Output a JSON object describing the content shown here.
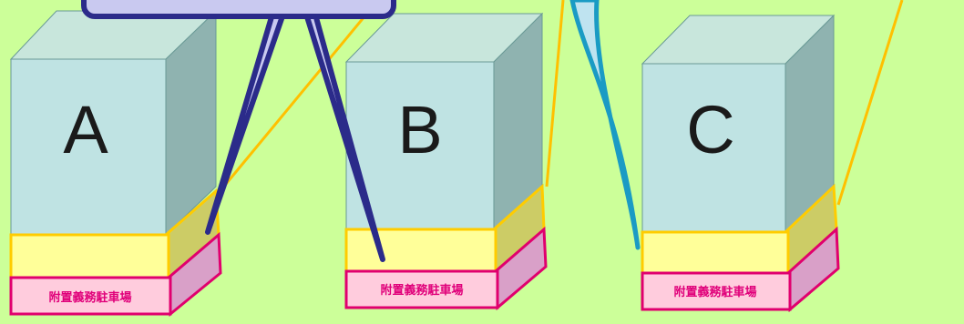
{
  "blocks": [
    {
      "label": "A",
      "parking_label": "附置義務駐車場"
    },
    {
      "label": "B",
      "parking_label": "附置義務駐車場"
    },
    {
      "label": "C",
      "parking_label": "附置義務駐車場"
    }
  ],
  "colors": {
    "background": "#ccff99",
    "box_front": "#bfe3e3",
    "box_side": "#8fb3b0",
    "box_top": "#c8e6dc",
    "yellow_band": "#ffff99",
    "yellow_border": "#ffcc00",
    "parking_fill": "#ffccdd",
    "parking_border": "#e0006e",
    "parking_side": "#d9a0c8",
    "callout_dark": "#2b2b8a",
    "callout_fill": "#c9c9f0",
    "callout_blue": "#1a9bc4",
    "line_orange": "#ffc000"
  }
}
